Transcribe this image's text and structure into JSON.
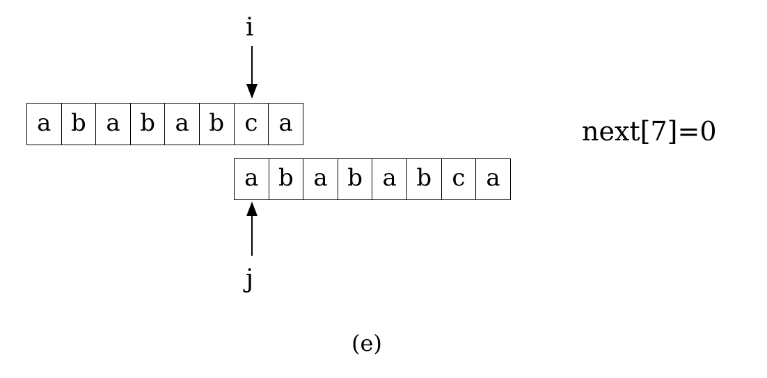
{
  "pointers": {
    "i": "i",
    "j": "j"
  },
  "text_string": [
    "a",
    "b",
    "a",
    "b",
    "a",
    "b",
    "c",
    "a"
  ],
  "pattern": [
    "a",
    "b",
    "a",
    "b",
    "a",
    "b",
    "c",
    "a"
  ],
  "formula": "next[7]=0",
  "caption": "(e)"
}
